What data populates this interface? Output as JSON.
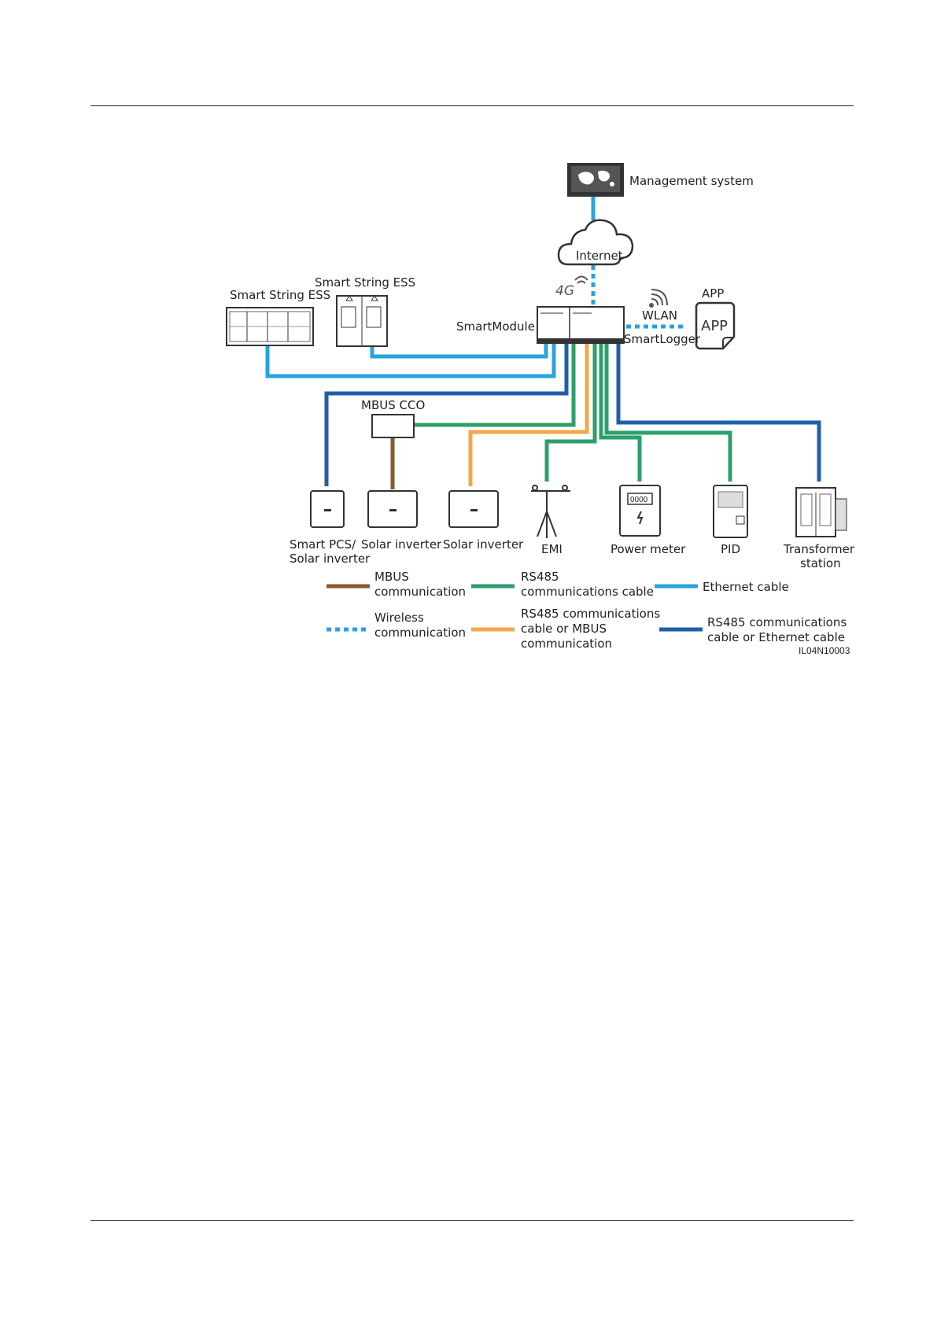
{
  "labels": {
    "management_system": "Management system",
    "internet": "Internet",
    "four_g": "4G",
    "app_title": "APP",
    "app_icon_text": "APP",
    "wlan": "WLAN",
    "smartlogger": "SmartLogger",
    "smartmodule": "SmartModule",
    "ess_1": "Smart String ESS",
    "ess_2": "Smart String ESS",
    "mbus_cco": "MBUS CCO",
    "pcs_line1": "Smart PCS/",
    "pcs_line2": "Solar inverter",
    "solar_inverter_1": "Solar inverter",
    "solar_inverter_2": "Solar inverter",
    "emi": "EMI",
    "power_meter": "Power meter",
    "meter_digits": "0000",
    "pid": "PID",
    "transformer_line1": "Transformer",
    "transformer_line2": "station",
    "figure_code": "IL04N10003"
  },
  "legend": [
    {
      "line1": "MBUS",
      "line2": "communication",
      "line3": "",
      "color": "#8B5A2B",
      "style": "solid"
    },
    {
      "line1": "RS485",
      "line2": "communications cable",
      "line3": "",
      "color": "#2E9E6B",
      "style": "solid"
    },
    {
      "line1": "Ethernet cable",
      "line2": "",
      "line3": "",
      "color": "#29A3DD",
      "style": "solid"
    },
    {
      "line1": "Wireless",
      "line2": "communication",
      "line3": "",
      "color": "#29A3DD",
      "style": "dotted"
    },
    {
      "line1": "RS485 communications",
      "line2": "cable or MBUS",
      "line3": "communication",
      "color": "#F0A848",
      "style": "solid"
    },
    {
      "line1": "RS485 communications",
      "line2": "cable or Ethernet cable",
      "line3": "",
      "color": "#1F5FA8",
      "style": "solid"
    }
  ],
  "colors": {
    "ethernet": "#29A3DD",
    "rs485": "#2E9E6B",
    "mbus": "#8B5A2B",
    "rs485_or_mbus": "#F0A848",
    "rs485_or_ethernet": "#1F5FA8",
    "device_stroke": "#333333"
  }
}
